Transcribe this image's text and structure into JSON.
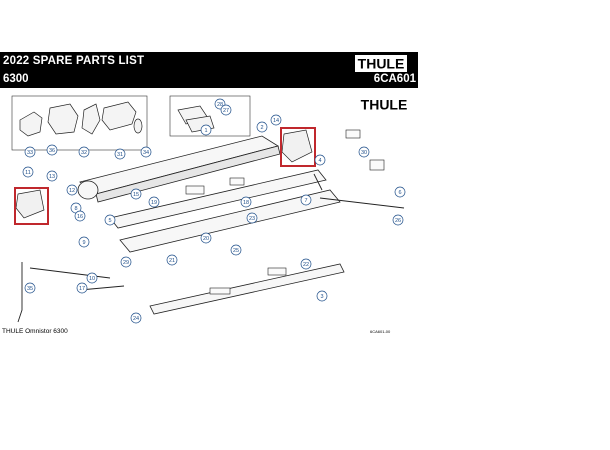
{
  "header": {
    "title": "2022 SPARE PARTS LIST",
    "model": "6300",
    "code": "6CA601",
    "brand": "THULE"
  },
  "diagram": {
    "callouts": [
      "33",
      "36",
      "32",
      "31",
      "34",
      "28",
      "27",
      "1",
      "2",
      "14",
      "13",
      "12",
      "8",
      "5",
      "4",
      "11",
      "30",
      "10",
      "7",
      "6",
      "26",
      "25",
      "3",
      "9",
      "15",
      "16",
      "17",
      "18",
      "19",
      "20",
      "21",
      "22",
      "23",
      "24",
      "29",
      "35"
    ],
    "highlight_color": "#c0282d",
    "line_color": "#1a1a1a",
    "callout_color": "#1f4f8a"
  },
  "footer": {
    "product": "THULE Omnistor 6300",
    "code": "6CA601-00"
  }
}
